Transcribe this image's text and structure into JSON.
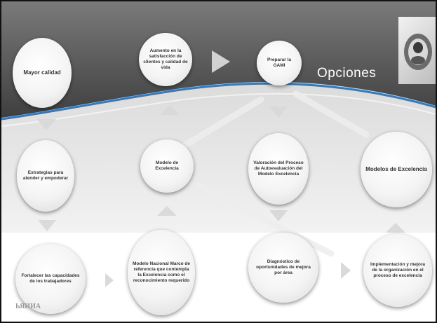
{
  "slide": {
    "title": "Opciones",
    "footer_logo_text": "ЬЯИИА"
  },
  "colors": {
    "dark_band": "#4f4f4f",
    "blue_curve": "#2f7bc4",
    "light_band": "#dcdcdc",
    "arrow": "#d8d8d8"
  },
  "nodes": [
    {
      "id": "n1",
      "text": "Mayor calidad"
    },
    {
      "id": "n2",
      "text": "Aumento en la satisfacción de clientes y calidad de vida"
    },
    {
      "id": "n3",
      "text": "Preparar la GAMI"
    },
    {
      "id": "n4",
      "text": "Estrategias para atender y empoderar"
    },
    {
      "id": "n5",
      "text": "Modelo de Excelencia"
    },
    {
      "id": "n6",
      "text": "Valoración del Proceso de Autoevaluación del Modelo Excelencia"
    },
    {
      "id": "n7",
      "text": "Modelos de Excelencia"
    },
    {
      "id": "n8",
      "text": "Fortalecer las capacidades de los trabajadores"
    },
    {
      "id": "n9",
      "text": "Modelo Nacional Marco de referencia que contempla la Excelencia como el reconocimiento requerido"
    },
    {
      "id": "n10",
      "text": "Diagnóstico de oportunidades de mejora por área"
    },
    {
      "id": "n11",
      "text": "Implementación y mejora de la organización en el proceso de excelencia"
    }
  ]
}
